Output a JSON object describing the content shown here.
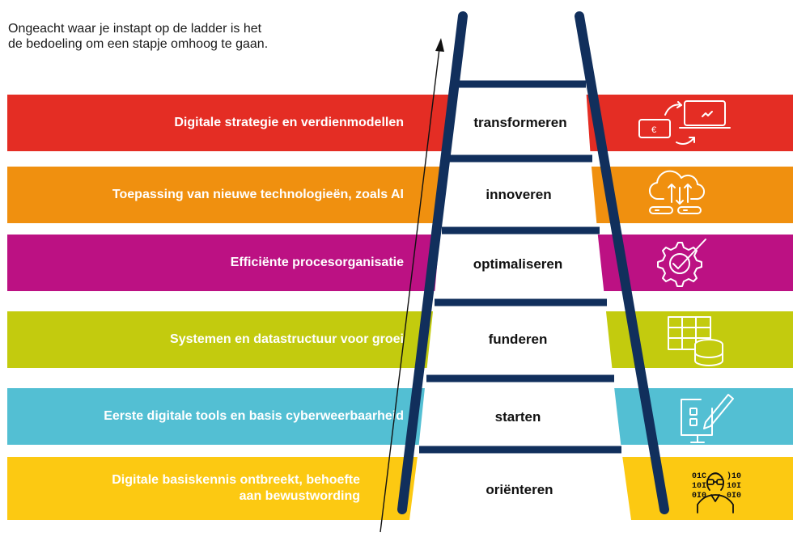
{
  "intro": {
    "line1": "Ongeacht waar je instapt op de ladder is het",
    "line2": "de bedoeling om een stapje omhoog te gaan."
  },
  "steps": [
    {
      "label": "Digitale strategie en verdienmodellen",
      "rung": "transformeren",
      "color": "#e42d24",
      "icon": "money-laptop-exchange-icon"
    },
    {
      "label": "Toepassing van nieuwe technologieën, zoals AI",
      "rung": "innoveren",
      "color": "#f0900f",
      "icon": "cloud-upload-icon"
    },
    {
      "label": "Efficiënte procesorganisatie",
      "rung": "optimaliseren",
      "color": "#bc1183",
      "icon": "gear-check-icon"
    },
    {
      "label": "Systemen en datastructuur voor groei",
      "rung": "funderen",
      "color": "#c3cb0e",
      "icon": "grid-database-icon"
    },
    {
      "label": "Eerste digitale tools en basis cyberweerbaarheid",
      "rung": "starten",
      "color": "#53bfd3",
      "icon": "monitor-pen-icon"
    },
    {
      "label_line1": "Digitale basiskennis ontbreekt, behoefte",
      "label_line2": "aan bewustwording",
      "rung": "oriënteren",
      "color": "#fcc912",
      "icon": "person-binary-icon"
    }
  ],
  "ladder_color": "#112f5c"
}
